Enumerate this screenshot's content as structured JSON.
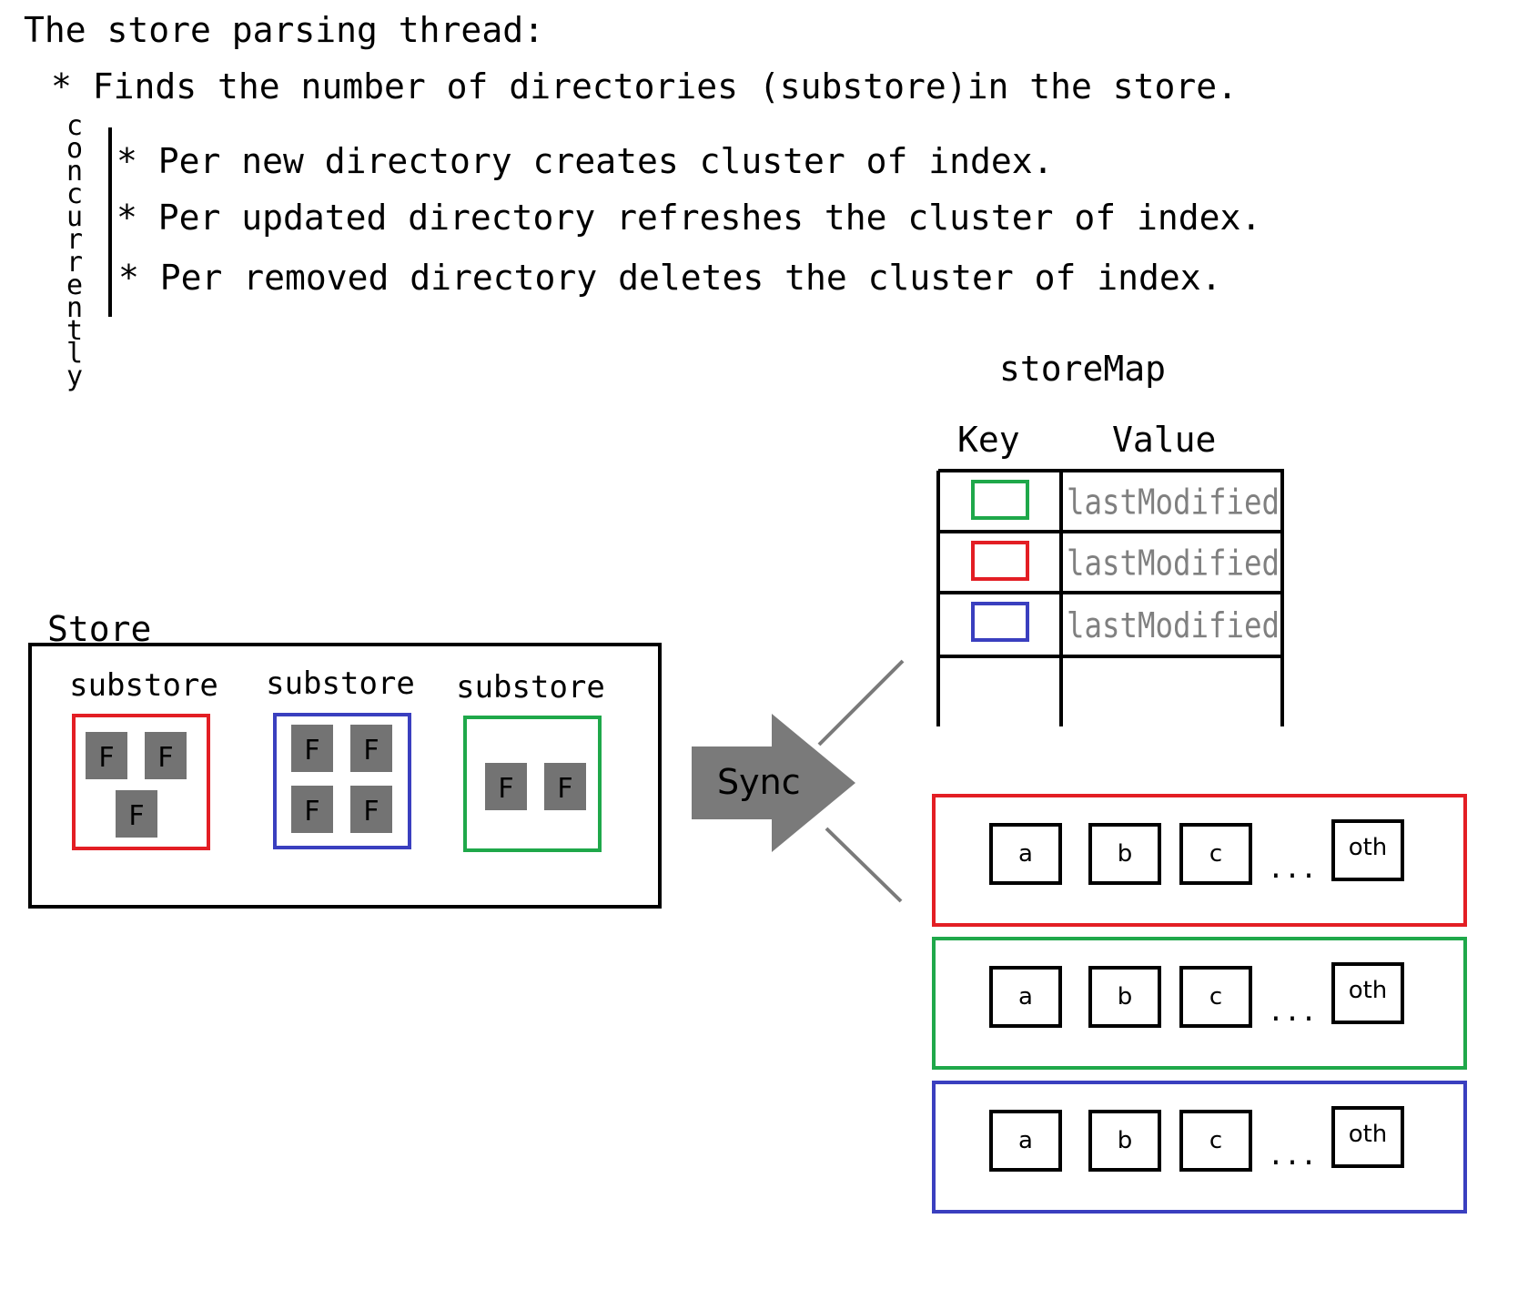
{
  "title": "The store parsing thread:",
  "bullets": [
    "* Finds the number of directories (substore)in the store."
  ],
  "concurrent_label": "concurrently",
  "concurrent_bullets": [
    "* Per new directory creates cluster of index.",
    "* Per updated directory refreshes the cluster of index.",
    "* Per removed directory deletes the cluster of index."
  ],
  "store": {
    "label": "Store",
    "substores": [
      {
        "label": "substore",
        "color": "#e31e24",
        "files": [
          "F",
          "F",
          "F"
        ]
      },
      {
        "label": "substore",
        "color": "#3a3fbf",
        "files": [
          "F",
          "F",
          "F",
          "F"
        ]
      },
      {
        "label": "substore",
        "color": "#1fa84a",
        "files": [
          "F",
          "F"
        ]
      }
    ]
  },
  "sync_label": "Sync",
  "store_map": {
    "title": "storeMap",
    "key_header": "Key",
    "value_header": "Value",
    "rows": [
      {
        "key_color": "#1fa84a",
        "value": "lastModified"
      },
      {
        "key_color": "#e31e24",
        "value": "lastModified"
      },
      {
        "key_color": "#3a3fbf",
        "value": "lastModified"
      }
    ]
  },
  "clusters": [
    {
      "color": "#e31e24",
      "cells": [
        "a",
        "b",
        "c"
      ],
      "ellipsis": "...",
      "last": "oth"
    },
    {
      "color": "#1fa84a",
      "cells": [
        "a",
        "b",
        "c"
      ],
      "ellipsis": "...",
      "last": "oth"
    },
    {
      "color": "#3a3fbf",
      "cells": [
        "a",
        "b",
        "c"
      ],
      "ellipsis": "...",
      "last": "oth"
    }
  ],
  "colors": {
    "file_block": "#737373",
    "arrow": "#7a7a7a",
    "value_text": "#808080"
  }
}
